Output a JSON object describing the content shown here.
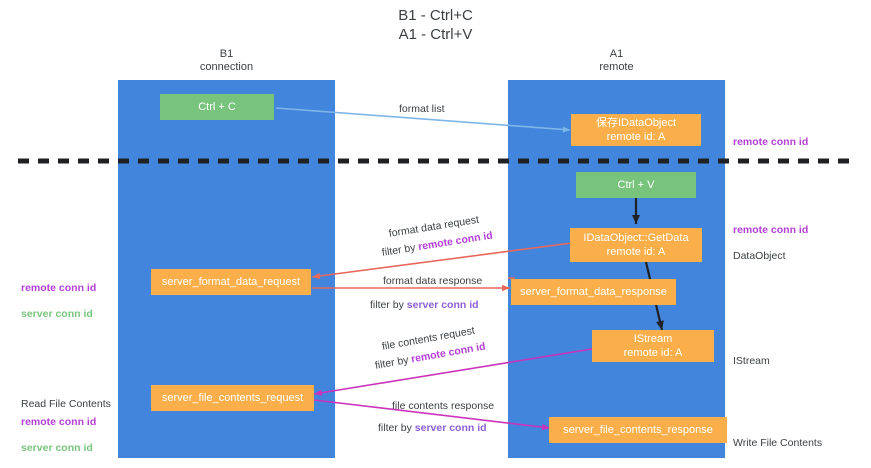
{
  "title": "B1 - Ctrl+C\nA1 - Ctrl+V",
  "lanes": [
    {
      "header": "B1\nconnection",
      "color": "#4285dd"
    },
    {
      "header": "A1\nremote",
      "color": "#4285dd"
    }
  ],
  "boxes": [
    {
      "id": "ctrl-c",
      "label": "Ctrl + C",
      "color": "green"
    },
    {
      "id": "save-idataobject",
      "label": "保存IDataObject\nremote id: A",
      "color": "orange"
    },
    {
      "id": "ctrl-v",
      "label": "Ctrl + V",
      "color": "green"
    },
    {
      "id": "getdata",
      "label": "IDataObject::GetData\nremote id: A",
      "color": "orange"
    },
    {
      "id": "server-format-data-request",
      "label": "server_format_data_request",
      "color": "orange"
    },
    {
      "id": "server-format-data-response",
      "label": "server_format_data_response",
      "color": "orange"
    },
    {
      "id": "istream",
      "label": "IStream\nremote id: A",
      "color": "orange"
    },
    {
      "id": "server-file-contents-request",
      "label": "server_file_contents_request",
      "color": "orange"
    },
    {
      "id": "server-file-contents-response",
      "label": "server_file_contents_response",
      "color": "orange"
    }
  ],
  "edge_labels": {
    "format_list": "format list",
    "format_data_request": "format data request",
    "format_data_request_filter_prefix": "filter by ",
    "format_data_request_filter_key": "remote conn id",
    "format_data_response": "format data response",
    "format_data_response_filter_prefix": "filter by ",
    "format_data_response_filter_key": "server conn id",
    "file_contents_request": "file contents request",
    "file_contents_request_filter_prefix": "filter by ",
    "file_contents_request_filter_key": "remote conn id",
    "file_contents_response": "file contents response",
    "file_contents_response_filter_prefix": "filter by ",
    "file_contents_response_filter_key": "server conn id"
  },
  "right_annotations": [
    {
      "id": "remote-conn-id-top",
      "text": "remote conn id",
      "kind": "remote"
    },
    {
      "id": "remote-conn-id-mid",
      "text": "remote conn id",
      "kind": "remote"
    },
    {
      "id": "dataobject-label",
      "text": "DataObject",
      "kind": "plain"
    },
    {
      "id": "istream-label",
      "text": "IStream",
      "kind": "plain"
    },
    {
      "id": "write-file-contents",
      "text": "Write File Contents",
      "kind": "plain"
    }
  ],
  "left_annotations": [
    {
      "id": "conn-ids-mid",
      "remote": "remote conn id",
      "server": "server conn id"
    },
    {
      "id": "read-file-contents",
      "text": "Read File Contents"
    },
    {
      "id": "conn-ids-bottom",
      "remote": "remote conn id",
      "server": "server conn id"
    }
  ],
  "colors": {
    "lane": "#4285dd",
    "green_box": "#79c47d",
    "orange_box": "#fbaf4b",
    "remote_conn_id": "#b33fd6",
    "server_conn_id": "#79c47d",
    "divider": "#202124",
    "arrow_blue": "#7eb6e8",
    "arrow_red": "#e8685c",
    "arrow_magenta": "#cc33bb",
    "arrow_black": "#202124"
  }
}
